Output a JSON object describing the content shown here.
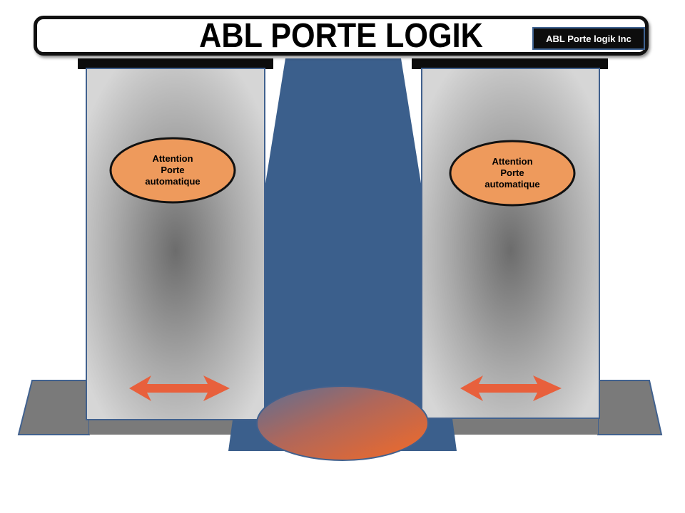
{
  "title": "ABL PORTE LOGIK",
  "company_label": "ABL Porte logik Inc",
  "door_signs": {
    "left": [
      "Attention",
      "Porte",
      "automatique"
    ],
    "right": [
      "Attention",
      "Porte",
      "automatique"
    ]
  },
  "colors": {
    "beam": "#3b5f8c",
    "sign_fill": "#ee9a5c",
    "arrow": "#e8603c",
    "floor": "#7a7a7a",
    "door_edge": "#41618e",
    "sensor_orange": "#f26a2e"
  },
  "icons": [
    "double-headed-arrow-icon",
    "double-headed-arrow-icon"
  ]
}
